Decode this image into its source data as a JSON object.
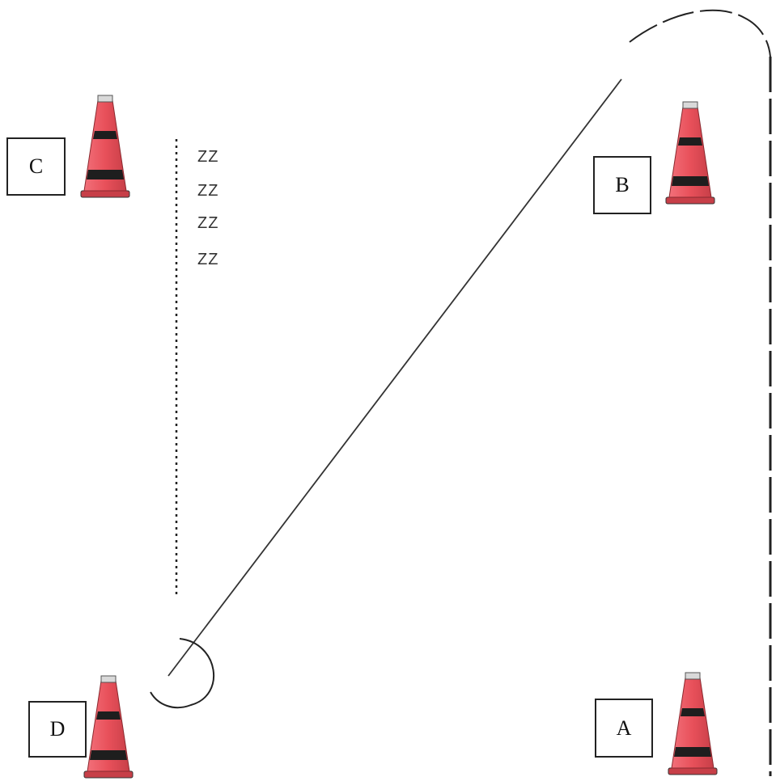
{
  "labels": {
    "a": "A",
    "b": "B",
    "c": "C",
    "d": "D"
  },
  "sleep_marks": [
    "ZZ",
    "ZZ",
    "ZZ",
    "ZZ"
  ],
  "colors": {
    "cone_body": "#e8505a",
    "cone_stripe": "#1e1e1e",
    "line": "#222222"
  }
}
